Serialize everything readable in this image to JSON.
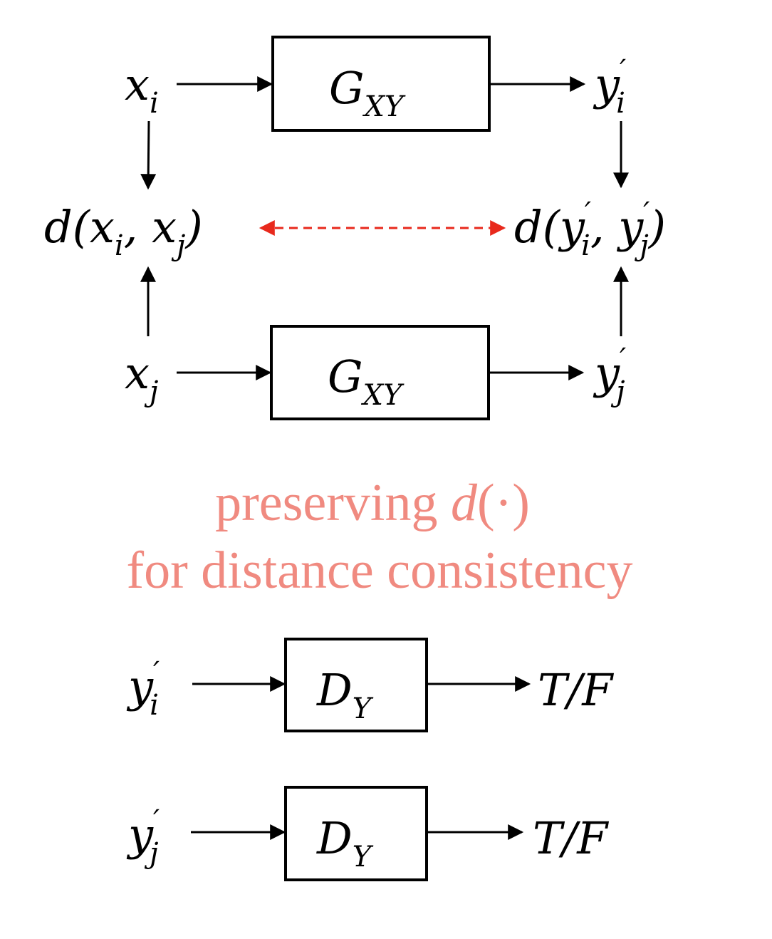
{
  "generator_label": {
    "main": "G",
    "sub": "XY"
  },
  "discriminator_label": {
    "main": "D",
    "sub": "Y"
  },
  "inputs": {
    "xi": {
      "main": "x",
      "sub": "i"
    },
    "xj": {
      "main": "x",
      "sub": "j"
    }
  },
  "outputs": {
    "yi": {
      "main": "y",
      "prime": "′",
      "sub": "i"
    },
    "yj": {
      "main": "y",
      "prime": "′",
      "sub": "j"
    }
  },
  "distance_x": {
    "open": "d(",
    "a": "x",
    "a_sub": "i",
    "comma": ", ",
    "b": "x",
    "b_sub": "j",
    "close": ")"
  },
  "distance_y": {
    "open": "d(",
    "a": "y",
    "a_prime": "′",
    "a_sub": "i",
    "comma": ", ",
    "b": "y",
    "b_prime": "′",
    "b_sub": "j",
    "close": ")"
  },
  "caption": {
    "line1": "preserving ",
    "line1_math": "d",
    "line1_tail": "(·)",
    "line2": "for distance consistency"
  },
  "discriminator_output": "T/F",
  "colors": {
    "caption": "#F08A80",
    "dashed_arrow": "#E8291C"
  }
}
